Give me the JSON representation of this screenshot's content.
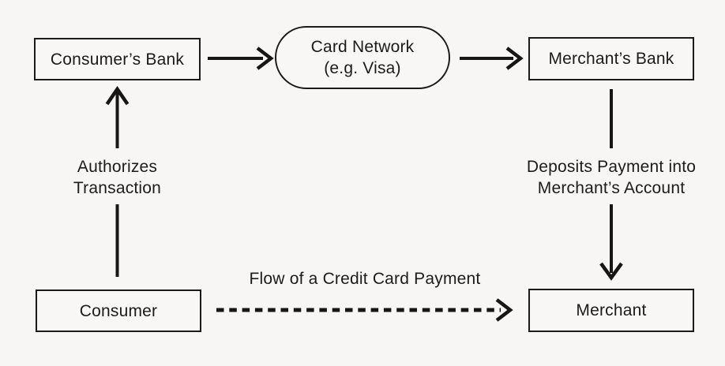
{
  "diagram": {
    "type": "flowchart",
    "colors": {
      "background": "#f7f6f4",
      "line": "#161616",
      "text": "#1b1b1b"
    },
    "nodes": {
      "consumers_bank": {
        "label": "Consumer’s Bank",
        "shape": "rectangle"
      },
      "card_network": {
        "line1": "Card Network",
        "line2": "(e.g. Visa)",
        "shape": "stadium"
      },
      "merchants_bank": {
        "label": "Merchant’s Bank",
        "shape": "rectangle"
      },
      "consumer": {
        "label": "Consumer",
        "shape": "rectangle"
      },
      "merchant": {
        "label": "Merchant",
        "shape": "rectangle"
      }
    },
    "edge_labels": {
      "authorizes": {
        "line1": "Authorizes",
        "line2": "Transaction"
      },
      "deposits": {
        "line1": "Deposits Payment into",
        "line2": "Merchant’s Account"
      },
      "flow": {
        "line1": "Flow of a Credit Card Payment"
      }
    },
    "edges": [
      {
        "from": "consumers_bank",
        "to": "card_network",
        "style": "solid-arrow"
      },
      {
        "from": "card_network",
        "to": "merchants_bank",
        "style": "solid-arrow"
      },
      {
        "from": "consumer",
        "to": "consumers_bank",
        "style": "solid-arrow",
        "label": "Authorizes Transaction"
      },
      {
        "from": "merchants_bank",
        "to": "merchant",
        "style": "solid-arrow",
        "label": "Deposits Payment into Merchant’s Account"
      },
      {
        "from": "consumer",
        "to": "merchant",
        "style": "dashed-arrow",
        "label": "Flow of a Credit Card Payment"
      }
    ]
  }
}
